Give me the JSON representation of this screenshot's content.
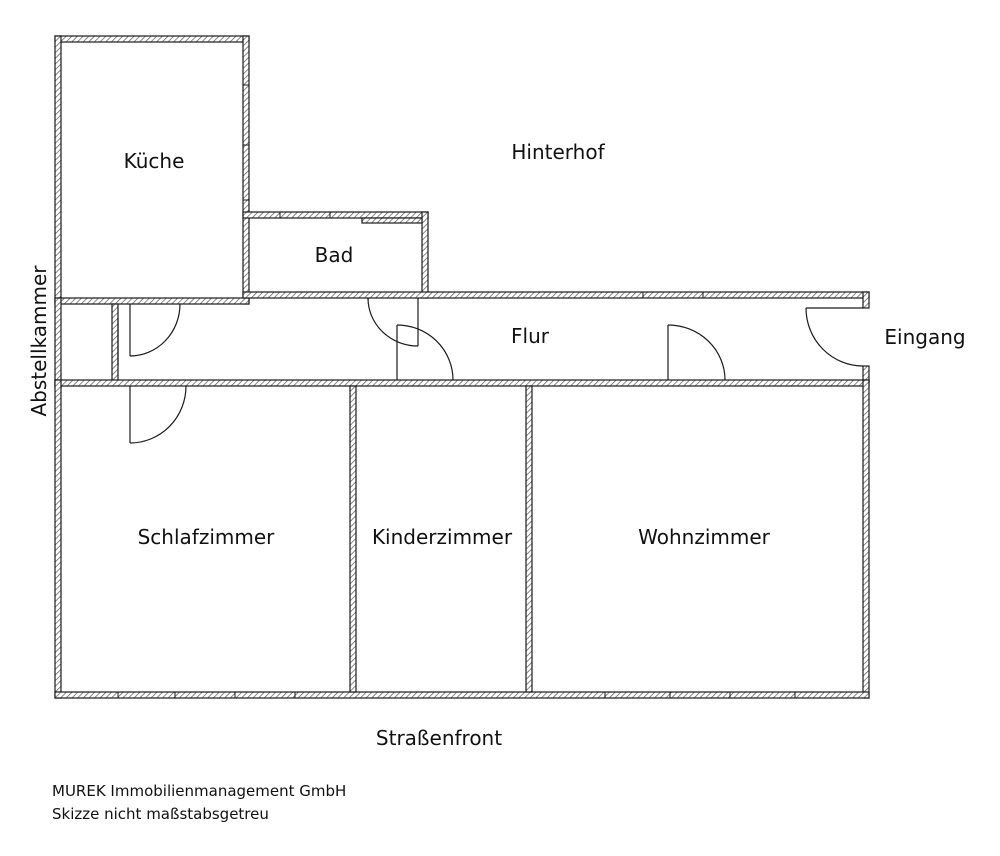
{
  "rooms": {
    "kueche": "Küche",
    "bad": "Bad",
    "flur": "Flur",
    "abstellkammer": "Abstellkammer",
    "schlafzimmer": "Schlafzimmer",
    "kinderzimmer": "Kinderzimmer",
    "wohnzimmer": "Wohnzimmer"
  },
  "surroundings": {
    "hinterhof": "Hinterhof",
    "eingang": "Eingang",
    "strassenfront": "Straßenfront"
  },
  "footer": {
    "company": "MUREK Immobilienmanagement GmbH",
    "note": "Skizze nicht maßstabsgetreu"
  },
  "colors": {
    "wall": "#1a1a1a",
    "hatch": "#555555",
    "background": "#ffffff"
  }
}
